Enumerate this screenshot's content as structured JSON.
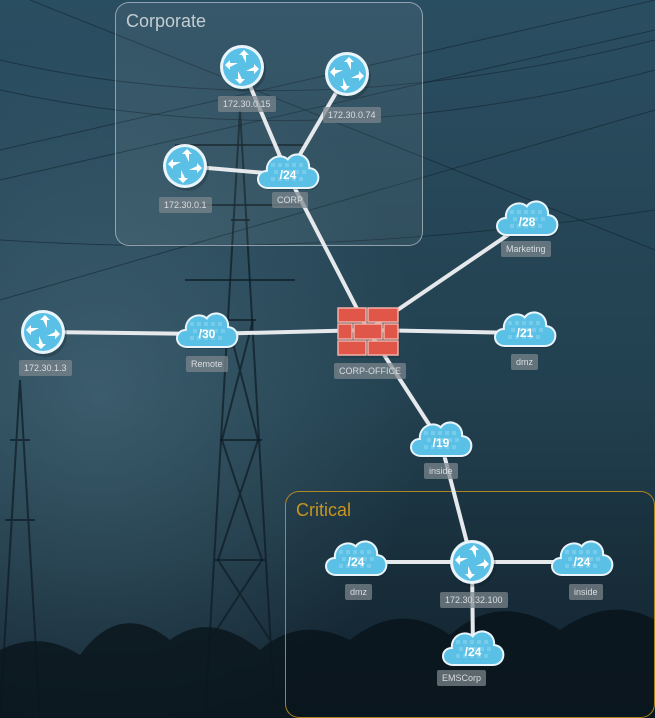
{
  "groups": {
    "corporate": {
      "title": "Corporate",
      "color": "#c3cdd3"
    },
    "critical": {
      "title": "Critical",
      "color": "#c8951e"
    }
  },
  "nodes": {
    "r_172_30_0_15": {
      "type": "router",
      "label": "172.30.0.15"
    },
    "r_172_30_0_74": {
      "type": "router",
      "label": "172.30.0.74"
    },
    "r_172_30_0_1": {
      "type": "router",
      "label": "172.30.0.1"
    },
    "c_corp": {
      "type": "cloud",
      "text": "/24",
      "label": "CORP"
    },
    "c_marketing": {
      "type": "cloud",
      "text": "/28",
      "label": "Marketing"
    },
    "r_172_30_1_3": {
      "type": "router",
      "label": "172.30.1.3"
    },
    "c_remote": {
      "type": "cloud",
      "text": "/30",
      "label": "Remote"
    },
    "fw_corp_office": {
      "type": "firewall",
      "label": "CORP-OFFICE"
    },
    "c_dmz_top": {
      "type": "cloud",
      "text": "/21",
      "label": "dmz"
    },
    "c_inside_top": {
      "type": "cloud",
      "text": "/19",
      "label": "inside"
    },
    "c_dmz_crit": {
      "type": "cloud",
      "text": "/24",
      "label": "dmz"
    },
    "r_172_30_32_100": {
      "type": "router",
      "label": "172.30.32.100"
    },
    "c_inside_crit": {
      "type": "cloud",
      "text": "/24",
      "label": "inside"
    },
    "c_emscorp": {
      "type": "cloud",
      "text": "/24",
      "label": "EMSCorp"
    }
  },
  "links": [
    [
      "r_172_30_0_15",
      "c_corp"
    ],
    [
      "r_172_30_0_74",
      "c_corp"
    ],
    [
      "r_172_30_0_1",
      "c_corp"
    ],
    [
      "c_corp",
      "fw_corp_office"
    ],
    [
      "c_marketing",
      "fw_corp_office"
    ],
    [
      "r_172_30_1_3",
      "c_remote"
    ],
    [
      "c_remote",
      "fw_corp_office"
    ],
    [
      "fw_corp_office",
      "c_dmz_top"
    ],
    [
      "fw_corp_office",
      "c_inside_top"
    ],
    [
      "c_inside_top",
      "r_172_30_32_100"
    ],
    [
      "c_dmz_crit",
      "r_172_30_32_100"
    ],
    [
      "r_172_30_32_100",
      "c_inside_crit"
    ],
    [
      "r_172_30_32_100",
      "c_emscorp"
    ]
  ],
  "colors": {
    "node_fill": "#5bc0e6",
    "firewall": "#e0574a",
    "link": "#e6e9eb",
    "background": "#27485a"
  }
}
